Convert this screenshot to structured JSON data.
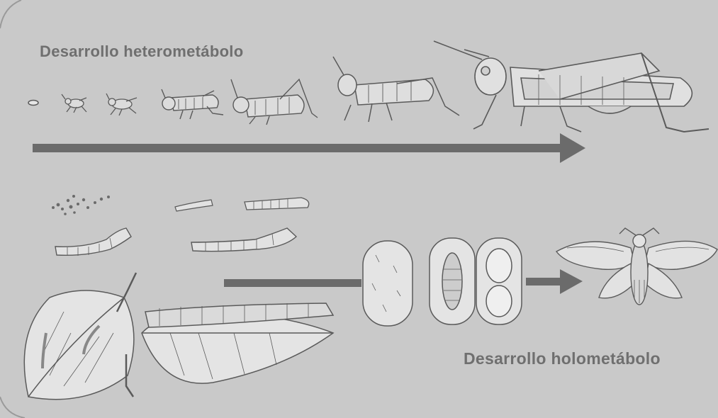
{
  "titles": {
    "heterometabolo": "Desarrollo heterometábolo",
    "holometabolo": "Desarrollo holometábolo"
  },
  "colors": {
    "background": "#c9c9c9",
    "arrow": "#6b6b6b",
    "title_text": "#6f6f6f",
    "drawing_line": "#5a5a5a",
    "drawing_fill": "#e6e6e6"
  },
  "illustrations": {
    "grasshopper_stages": [
      "egg",
      "nymph-1",
      "nymph-2",
      "nymph-3",
      "nymph-4",
      "nymph-5",
      "adult"
    ],
    "silkworm_stages": [
      "eggs",
      "larva-small",
      "larva-medium",
      "larva-large",
      "larva-on-leaves",
      "cocoon",
      "cocoon-cut-open-pupa",
      "moth"
    ]
  }
}
